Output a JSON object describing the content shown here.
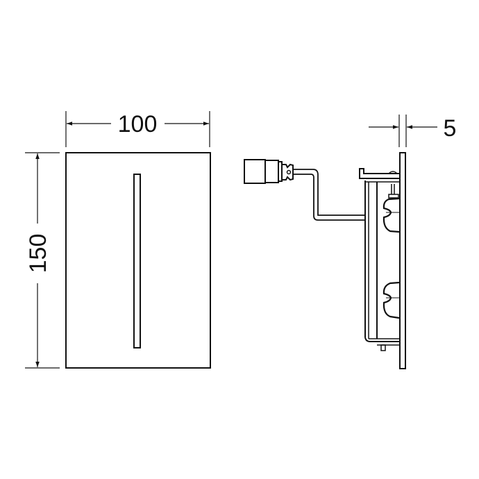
{
  "drawing": {
    "type": "technical dimension drawing",
    "colors": {
      "stroke": "#111111",
      "background": "#ffffff"
    },
    "front_view": {
      "width_label": "100",
      "height_label": "150"
    },
    "side_view": {
      "thickness_label": "5"
    }
  }
}
